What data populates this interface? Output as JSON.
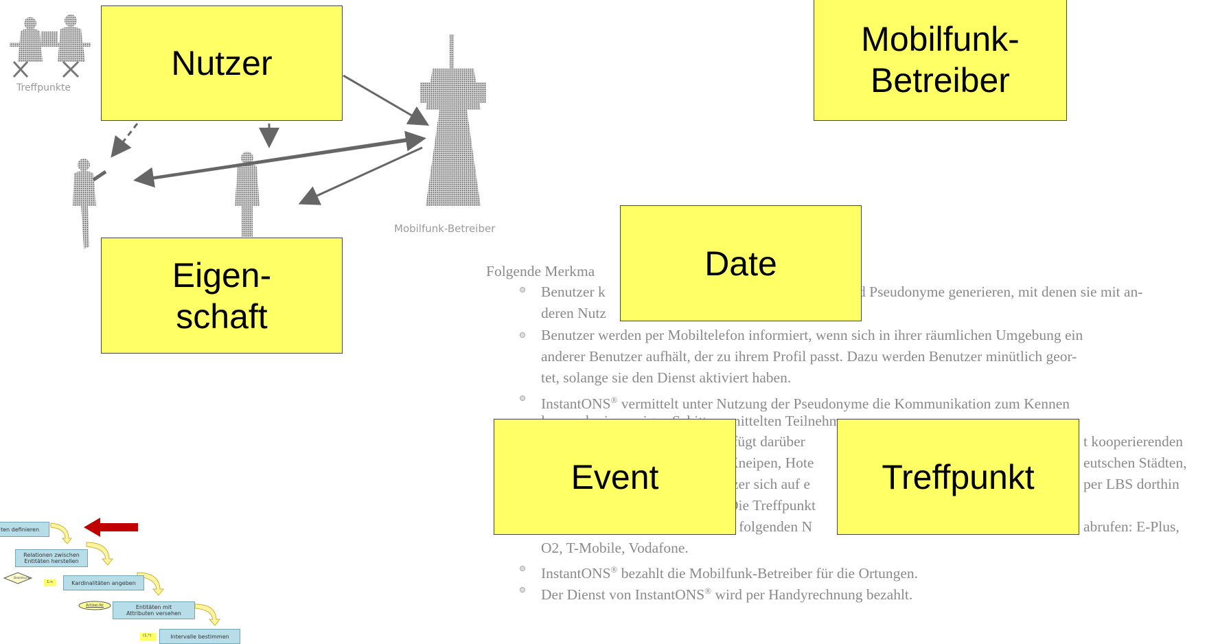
{
  "boxes": {
    "nutzer": "Nutzer",
    "mobilfunk": "Mobilfunk-\nBetreiber",
    "eigenschaft": "Eigen-\nschaft",
    "date": "Date",
    "event": "Event",
    "treffpunkt": "Treffpunkt"
  },
  "illustration": {
    "treffpunkte_label": "Treffpunkte",
    "mobilfunk_label": "Mobilfunk-Betreiber"
  },
  "document": {
    "intro": "Folgende Merkma",
    "b1_l1_a": "Benutzer k",
    "b1_l1_b": "d Pseudonyme generieren, mit denen sie mit an-",
    "b1_l2": "deren Nutz",
    "b2_l1": "Benutzer werden per Mobiltelefon informiert, wenn sich in ihrer räumlichen Umgebung ein",
    "b2_l2": "anderer Benutzer aufhält, der zu ihrem Profil passt. Dazu werden Benutzer minütlich geor-",
    "b2_l3": "tet, solange sie den Dienst aktiviert haben.",
    "b3_l1_a": "InstantONS",
    "b3_sup": "®",
    "b3_l1_b": " vermittelt unter Nutzung der Pseudonyme die Kommunikation zum Kennen",
    "b3_l2_a": "lernen der im vorigen Sch",
    "b3_l2_b": "itt vermittelten Teilnehmer.",
    "b4_l1_a": "rfügt darüber",
    "b4_l1_b": "t kooperierenden",
    "b4_l2_a": "Kneipen, Hote",
    "b4_l2_b": "eutschen Städten,",
    "b4_l3_a": "tzer sich auf e",
    "b4_l3_b": "per LBS dorthin",
    "b4_l4_a": "Die Treffpunkt",
    "b5_l1_a": "n folgenden N",
    "b5_l1_b": "abrufen: E-Plus,",
    "b5_l2": "O2, T-Mobile, Vodafone.",
    "b6_a": "InstantONS",
    "b6_sup": "®",
    "b6_b": " bezahlt die Mobilfunk-Betreiber für die Ortungen.",
    "b7_a": "Der Dienst von InstantONS",
    "b7_sup": "®",
    "b7_b": " wird per Handyrechnung bezahlt."
  },
  "flow": {
    "step1": "ten definieren",
    "step2": "Relationen zwischen\nEntitäten herstellen",
    "step3": "Kardinalitäten angeben",
    "step4": "Entitäten mit\nAttributen versehen",
    "step5": "Intervalle bestimmen",
    "diamond": "Beziehung",
    "card1": "1:n",
    "oval": "Artikel-Nr",
    "card2": "(1,*)"
  },
  "colors": {
    "box_fill": "#ffff66",
    "flow_box": "#b7dde8",
    "arrow_red": "#c00000"
  }
}
